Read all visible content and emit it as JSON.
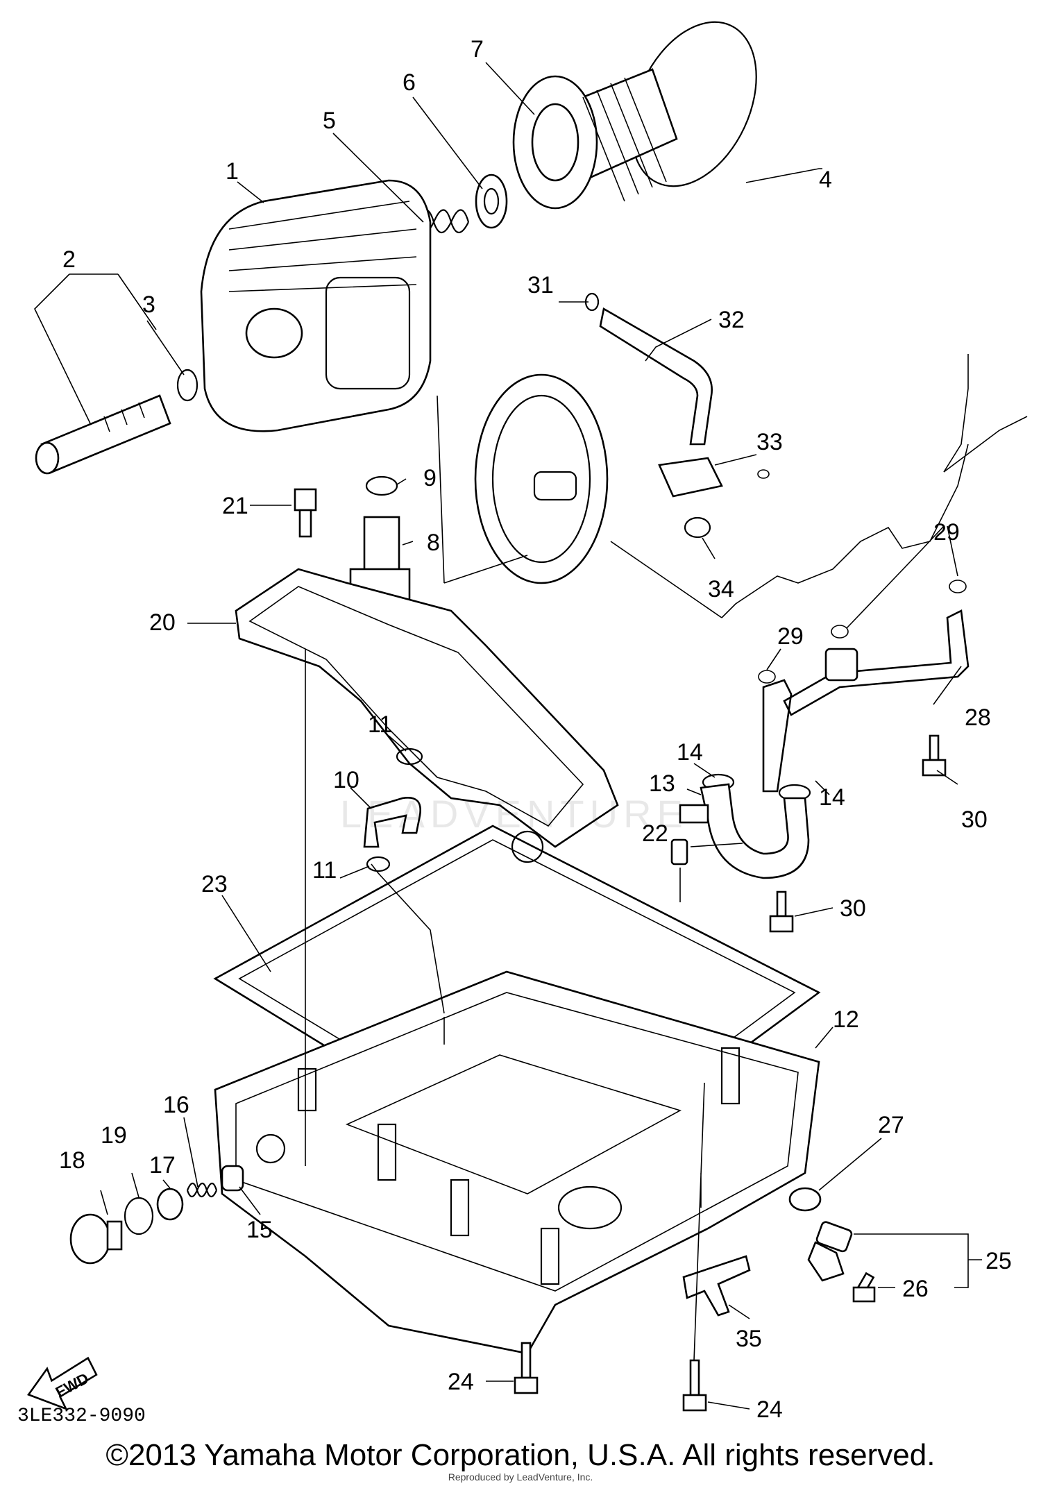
{
  "diagram": {
    "code": "3LE332-9090",
    "fwd_label": "FWD",
    "part_numbers": [
      "1",
      "2",
      "3",
      "4",
      "5",
      "6",
      "7",
      "8",
      "9",
      "10",
      "11",
      "11",
      "12",
      "13",
      "14",
      "14",
      "15",
      "16",
      "17",
      "18",
      "19",
      "20",
      "21",
      "22",
      "23",
      "24",
      "24",
      "25",
      "26",
      "27",
      "28",
      "29",
      "29",
      "30",
      "30",
      "31",
      "32",
      "33",
      "34",
      "35"
    ]
  },
  "watermark": "LEADVENTURE",
  "footer": {
    "copyright": "©2013 Yamaha Motor Corporation, U.S.A. All rights reserved.",
    "reproduced": "Reproduced by LeadVenture, Inc."
  },
  "colors": {
    "ink": "#000000",
    "paper": "#ffffff"
  }
}
